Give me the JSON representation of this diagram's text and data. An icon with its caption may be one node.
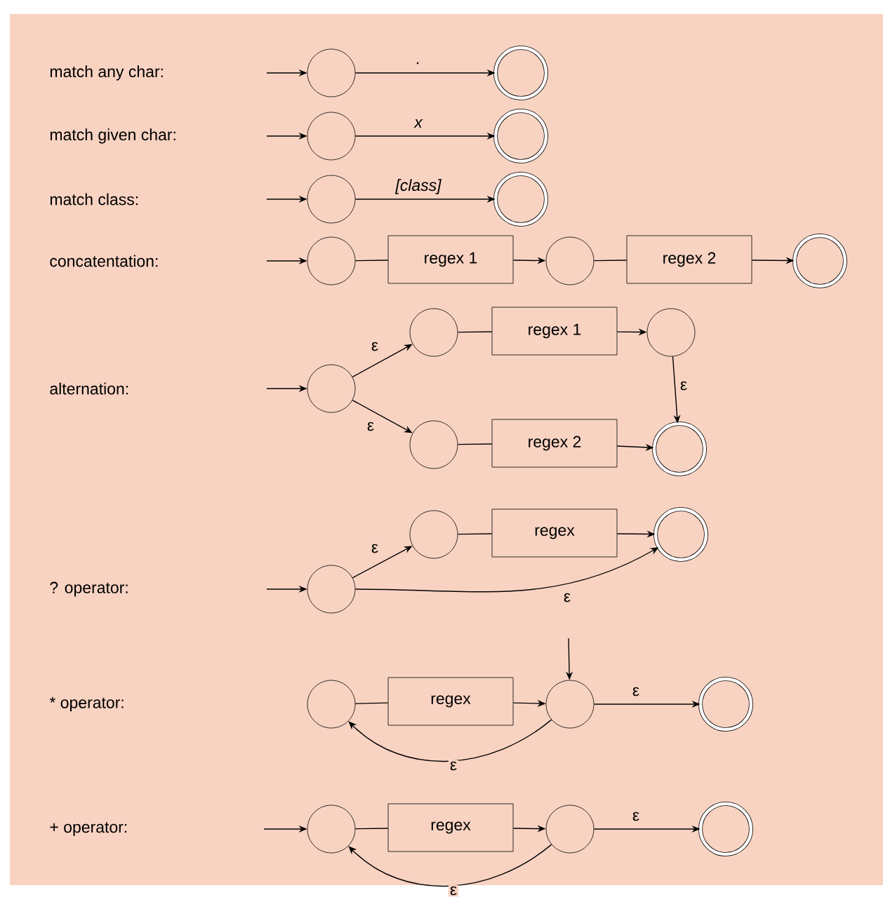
{
  "diagram": {
    "nodes": [
      {
        "text": [],
        "shape": "circle"
      },
      {
        "text": [],
        "shape": "ring"
      },
      {
        "text": [],
        "shape": "circle"
      },
      {
        "text": [],
        "shape": "ring"
      },
      {
        "text": [],
        "shape": "circle"
      },
      {
        "text": [],
        "shape": "ring"
      },
      {
        "text": [],
        "shape": "circle"
      },
      {
        "text": [
          "regex 1"
        ]
      },
      {
        "text": [],
        "shape": "circle"
      },
      {
        "text": [
          "regex 2"
        ]
      },
      {
        "text": [],
        "shape": "ring"
      },
      {
        "text": [],
        "shape": "circle"
      },
      {
        "text": [],
        "shape": "circle"
      },
      {
        "text": [
          "regex 1"
        ]
      },
      {
        "text": [],
        "shape": "circle"
      },
      {
        "text": [],
        "shape": "circle"
      },
      {
        "text": [
          "regex 2"
        ]
      },
      {
        "text": [],
        "shape": "ring"
      },
      {
        "text": [],
        "shape": "circle"
      },
      {
        "text": [],
        "shape": "circle"
      },
      {
        "text": [
          "regex"
        ]
      },
      {
        "text": [],
        "shape": "ring"
      },
      {
        "text": [],
        "shape": "circle"
      },
      {
        "text": [
          "regex"
        ]
      },
      {
        "text": [],
        "shape": "circle"
      },
      {
        "text": [],
        "shape": "ring"
      },
      {
        "text": [],
        "shape": "circle"
      },
      {
        "text": [
          "regex"
        ]
      },
      {
        "text": [],
        "shape": "circle"
      },
      {
        "text": [],
        "shape": "ring"
      }
    ],
    "edges": [
      {
        "from": null,
        "to": 0,
        "arrow": "to"
      },
      {
        "from": 0,
        "to": 1,
        "arrow": "to",
        "label": "."
      },
      {
        "from": null,
        "to": 2,
        "arrow": "to"
      },
      {
        "from": 2,
        "to": 3,
        "arrow": "to",
        "label": "x"
      },
      {
        "from": null,
        "to": 4,
        "arrow": "to"
      },
      {
        "from": 4,
        "to": 5,
        "arrow": "to",
        "label": "[class]"
      },
      {
        "from": null,
        "to": 6,
        "arrow": "to"
      },
      {
        "from": 6,
        "to": 7,
        "arrow": "none"
      },
      {
        "from": 7,
        "to": 8,
        "arrow": "to"
      },
      {
        "from": 8,
        "to": 9,
        "arrow": "none"
      },
      {
        "from": 9,
        "to": 10,
        "arrow": "to"
      },
      {
        "from": null,
        "to": 11,
        "arrow": "to"
      },
      {
        "from": 11,
        "to": 12,
        "arrow": "to",
        "label": "ε"
      },
      {
        "from": 11,
        "to": 15,
        "arrow": "to",
        "label": "ε"
      },
      {
        "from": 12,
        "to": 13,
        "arrow": "none"
      },
      {
        "from": 13,
        "to": 14,
        "arrow": "to"
      },
      {
        "from": 14,
        "to": 17,
        "arrow": "to",
        "label": "ε"
      },
      {
        "from": 15,
        "to": 16,
        "arrow": "none"
      },
      {
        "from": 16,
        "to": 17,
        "arrow": "to"
      },
      {
        "from": null,
        "to": 18,
        "arrow": "to"
      },
      {
        "from": 18,
        "to": 19,
        "arrow": "to",
        "label": "ε"
      },
      {
        "from": 19,
        "to": 20,
        "arrow": "none"
      },
      {
        "from": 20,
        "to": 21,
        "arrow": "to"
      },
      {
        "from": 18,
        "to": 21,
        "arrow": "to",
        "label": "ε"
      },
      {
        "from": null,
        "to": 24,
        "arrow": "to"
      },
      {
        "from": 22,
        "to": 23,
        "arrow": "none"
      },
      {
        "from": 23,
        "to": 24,
        "arrow": "to"
      },
      {
        "from": 24,
        "to": 25,
        "arrow": "to",
        "label": "ε"
      },
      {
        "from": 24,
        "to": 22,
        "arrow": "to",
        "label": "ε"
      },
      {
        "from": null,
        "to": 26,
        "arrow": "to"
      },
      {
        "from": 26,
        "to": 27,
        "arrow": "none"
      },
      {
        "from": 27,
        "to": 28,
        "arrow": "to"
      },
      {
        "from": 28,
        "to": 29,
        "arrow": "to",
        "label": "ε"
      },
      {
        "from": 28,
        "to": 26,
        "arrow": "to",
        "label": "ε"
      }
    ],
    "labels": [
      "match any char:",
      "match given char:",
      "match class:",
      "concatentation:",
      "alternation:",
      "? operator:",
      "* operator:",
      "+ operator:"
    ]
  }
}
